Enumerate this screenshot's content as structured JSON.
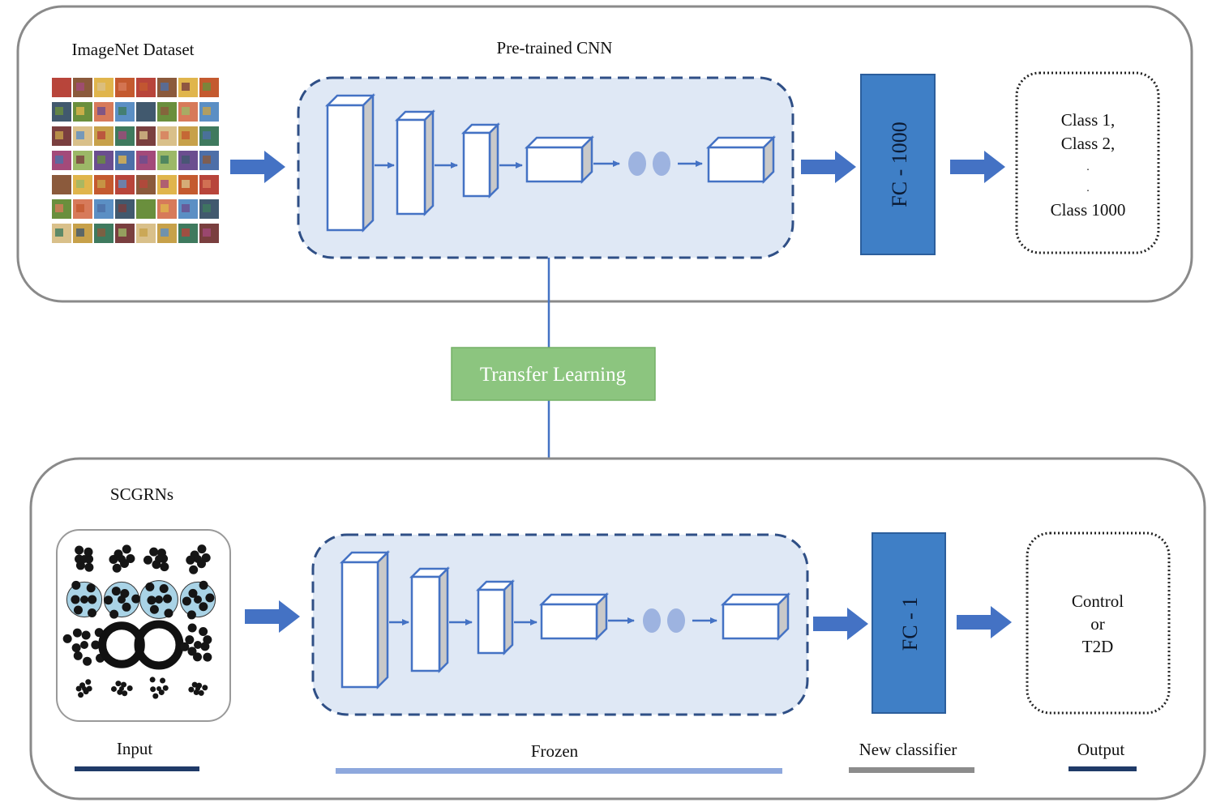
{
  "top": {
    "dataset_label": "ImageNet Dataset",
    "cnn_label": "Pre-trained CNN",
    "fc_label": "FC - 1000",
    "classes": [
      "Class 1,",
      "Class 2,",
      ".",
      ".",
      "Class 1000"
    ]
  },
  "transfer": {
    "label": "Transfer Learning"
  },
  "bottom": {
    "input_title": "SCGRNs",
    "fc_label": "FC - 1",
    "output_lines": [
      "Control",
      "or",
      "T2D"
    ],
    "legend": [
      {
        "label": "Input",
        "color": "#1f3a68"
      },
      {
        "label": "Frozen",
        "color": "#8ea8dd"
      },
      {
        "label": "New classifier",
        "color": "#8c8c8c"
      },
      {
        "label": "Output",
        "color": "#1f3a68"
      }
    ]
  },
  "colors": {
    "panel_border": "#8a8a8a",
    "cnn_fill": "#dfe8f5",
    "cnn_border": "#2f4f86",
    "layer_stroke": "#4472c4",
    "arrow_blue": "#4472c4",
    "fc_fill": "#3f7fc6",
    "fc_border": "#2b5e9c",
    "transfer_fill": "#8cc57f",
    "transfer_text": "#ffffff",
    "dots": "#9db3e0"
  },
  "icons": {
    "dataset": "image-grid-icon",
    "scgrn": "network-graph-icon"
  }
}
